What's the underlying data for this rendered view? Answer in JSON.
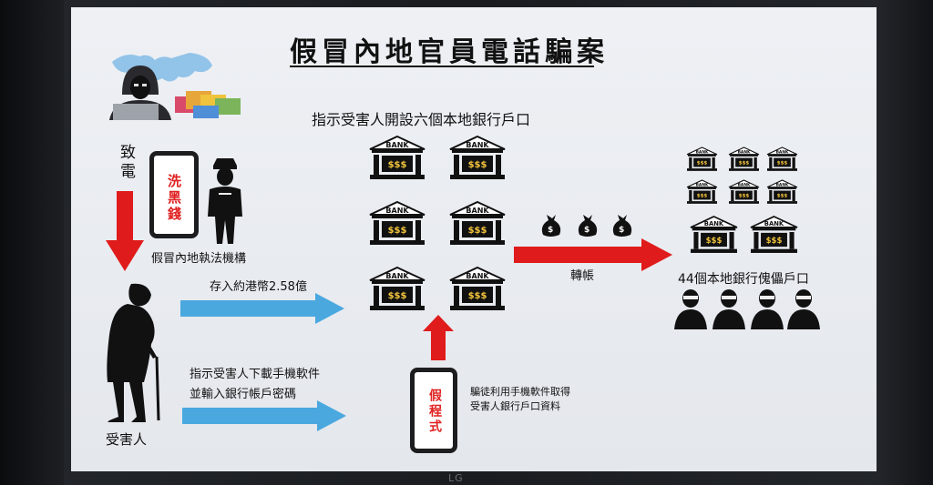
{
  "slide": {
    "title": "假冒內地官員電話騙案",
    "instruct_heading": "指示受害人開設六個本地銀行戶口",
    "call_label": "致電",
    "phone_text": "洗黑錢",
    "enforcement_label": "假冒內地執法機構",
    "deposit_label": "存入約港幣2.58億",
    "download_line1": "指示受害人下載手機軟件",
    "download_line2": "並輸入銀行帳戶密碼",
    "victim_label": "受害人",
    "fake_app_text": "假程式",
    "fraud_line1": "騙徒利用手機軟件取得",
    "fraud_line2": "受害人銀行戶口資料",
    "transfer_label": "轉帳",
    "puppet_label": "44個本地銀行傀儡戶口",
    "bank_word": "BANK",
    "bank_symbol": "$$$"
  },
  "colors": {
    "arrow_red": "#e01b1b",
    "arrow_blue": "#4aa8df",
    "ink": "#111111",
    "screen": "#eceef2"
  },
  "icons": [
    "hacker-icon",
    "world-map-icon",
    "credit-cards-icon",
    "smartphone-icon",
    "police-officer-icon",
    "elderly-victim-icon",
    "bank-icon",
    "money-bag-icon",
    "masked-robber-icon"
  ],
  "tv": {
    "brand": "LG"
  }
}
